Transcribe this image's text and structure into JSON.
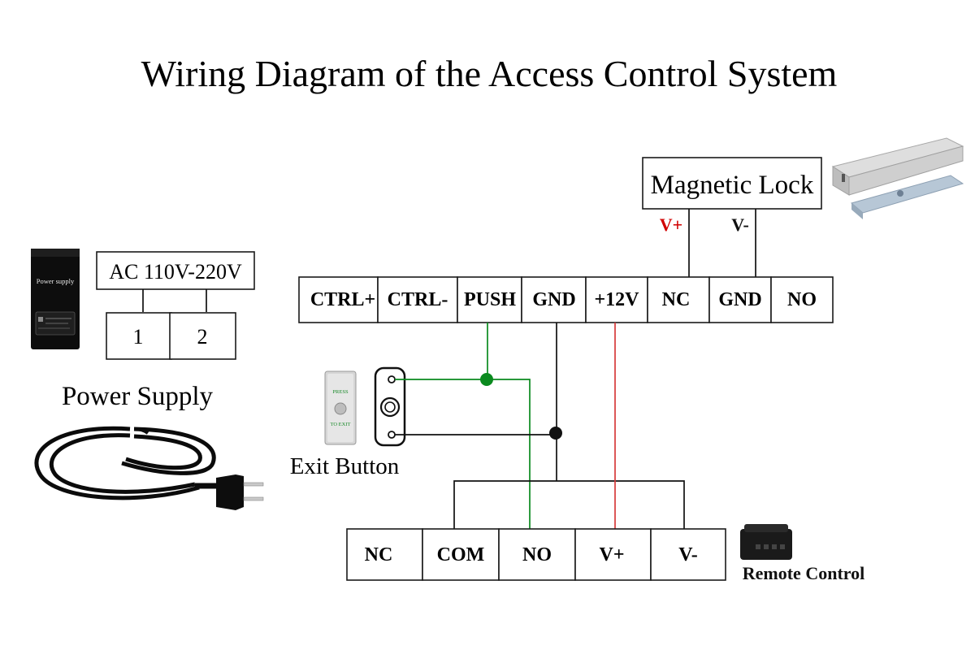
{
  "title": "Wiring Diagram of the Access Control System",
  "power_supply": {
    "caption": "Power Supply",
    "device_text": "Power supply",
    "ac_label": "AC 110V-220V",
    "terminals": [
      "1",
      "2"
    ]
  },
  "magnetic_lock": {
    "label": "Magnetic Lock",
    "pin_plus": "V+",
    "pin_minus": "V-"
  },
  "controller": {
    "terminals": [
      "CTRL+",
      "CTRL-",
      "PUSH",
      "GND",
      "+12V",
      "NC",
      "GND",
      "NO"
    ]
  },
  "exit_button": {
    "caption": "Exit Button",
    "face_top": "PRESS",
    "face_bottom": "TO EXIT"
  },
  "remote_control": {
    "caption": "Remote Control",
    "terminals": [
      "NC",
      "COM",
      "NO",
      "V+",
      "V-"
    ]
  },
  "colors": {
    "green_wire": "#0a8a1e",
    "red_wire": "#d63a3a",
    "black_wire": "#111111",
    "red_label": "#d10000"
  }
}
